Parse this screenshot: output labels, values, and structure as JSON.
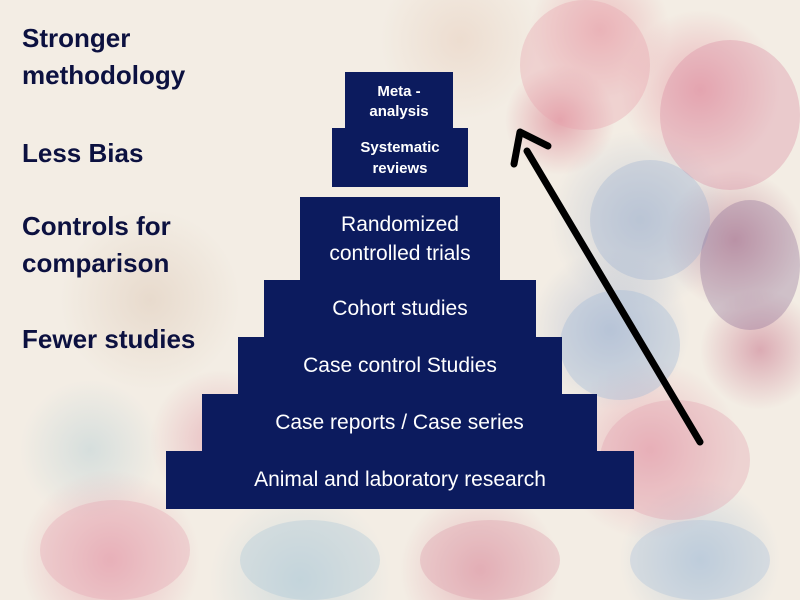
{
  "left_labels": [
    "Stronger methodology",
    "Less Bias",
    "Controls for comparison",
    "Fewer studies"
  ],
  "pyramid": {
    "tiers": [
      {
        "lines": [
          "Meta -",
          "analysis"
        ]
      },
      {
        "lines": [
          "Systematic",
          "reviews"
        ]
      },
      {
        "lines": [
          "Randomized",
          "controlled trials"
        ]
      },
      {
        "lines": [
          "Cohort studies"
        ]
      },
      {
        "lines": [
          "Case control Studies"
        ]
      },
      {
        "lines": [
          "Case reports / Case series"
        ]
      },
      {
        "lines": [
          "Animal and laboratory research"
        ]
      }
    ]
  },
  "colors": {
    "tier_fill": "#0c1b5e",
    "tier_text": "#ffffff",
    "label_text": "#0c1140",
    "arrow": "#000000"
  }
}
